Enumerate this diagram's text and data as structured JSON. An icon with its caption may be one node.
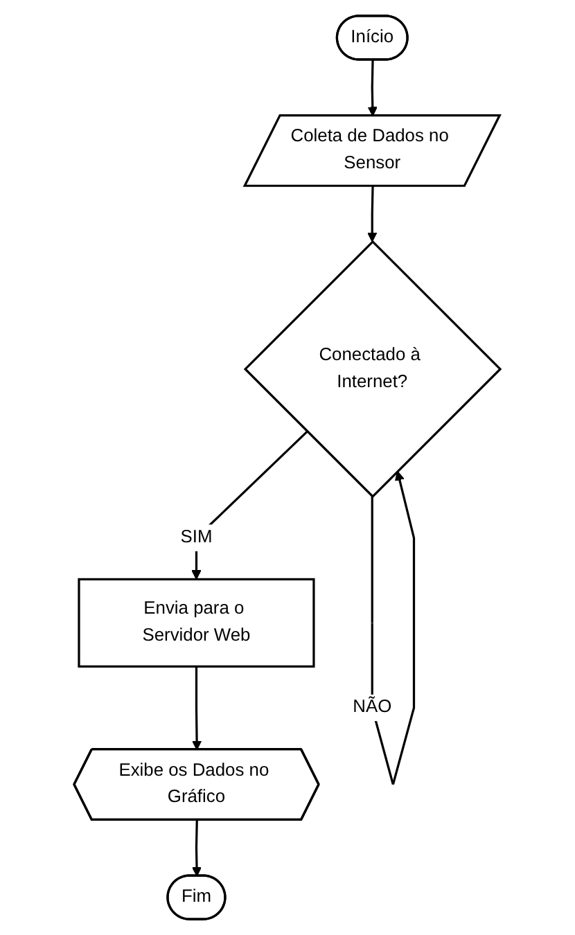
{
  "diagram": {
    "nodes": [
      {
        "text": [
          "Início"
        ]
      },
      {
        "text": [
          "Coleta de Dados no Sensor"
        ]
      },
      {
        "text": [
          "Conectado à Internet?"
        ]
      },
      {
        "text": [
          "Envia para o Servidor Web"
        ]
      },
      {
        "text": [
          "Exibe os Dados no Gráfico"
        ]
      },
      {
        "text": [
          "Fim"
        ]
      }
    ],
    "edges": [
      {
        "from": 0,
        "to": 1,
        "arrow": "to"
      },
      {
        "from": 1,
        "to": 2,
        "arrow": "to"
      },
      {
        "from": 2,
        "to": 2,
        "label": "NÃO",
        "arrow": "to"
      },
      {
        "from": 2,
        "to": 3,
        "label": "SIM",
        "arrow": "to"
      },
      {
        "from": 3,
        "to": 4,
        "arrow": "to"
      },
      {
        "from": 4,
        "to": 5,
        "arrow": "to"
      }
    ]
  }
}
